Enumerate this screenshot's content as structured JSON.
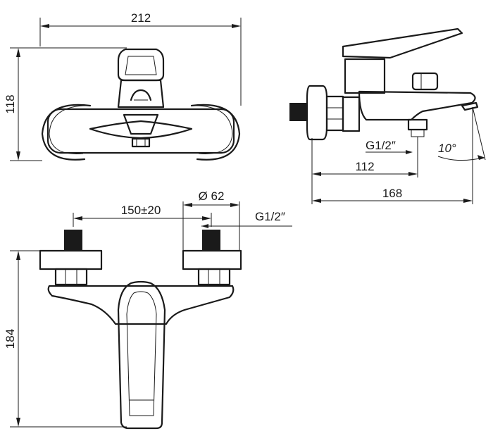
{
  "dimensions": {
    "width_top": "212",
    "height_front": "118",
    "depth_outlet": "112",
    "depth_total": "168",
    "outlet_thread": "G1/2″",
    "angle": "10°",
    "center_distance": "150±20",
    "diameter": "Ø 62",
    "inlet_thread": "G1/2″",
    "height_plan": "184"
  }
}
